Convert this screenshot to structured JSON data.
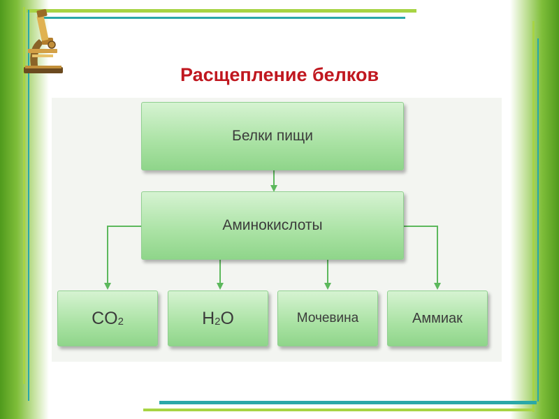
{
  "title": "Расщепление белков",
  "diagram": {
    "food_proteins": "Белки пищи",
    "amino_acids": "Аминокислоты",
    "products": [
      {
        "base": "CO",
        "sub": "2",
        "tail": ""
      },
      {
        "base": "H",
        "sub": "2",
        "tail": "O"
      },
      {
        "base": "Мочевина",
        "sub": "",
        "tail": ""
      },
      {
        "base": "Аммиак",
        "sub": "",
        "tail": ""
      }
    ]
  },
  "colors": {
    "title": "#c0171f",
    "box_fill": "#a9e2a3",
    "arrow": "#5cb85c",
    "frame_green": "#7fbe3a",
    "frame_teal": "#2aa8a8"
  },
  "icons": {
    "corner": "microscope-icon"
  }
}
